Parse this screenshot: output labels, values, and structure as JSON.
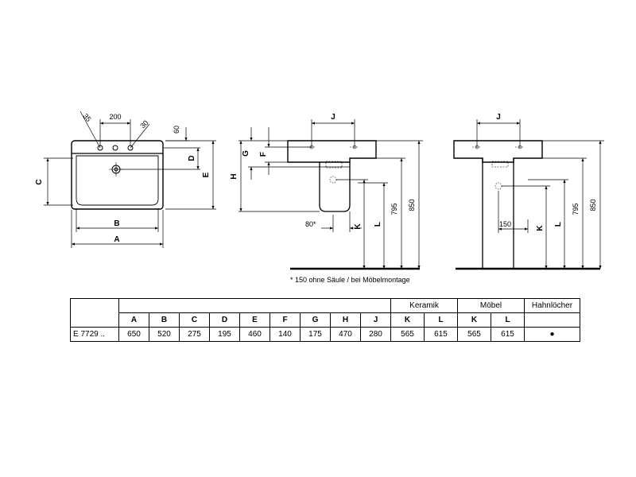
{
  "top_view": {
    "dim_200": "200",
    "angle_35": "35",
    "angle_30": "30",
    "dim_60": "60",
    "label_c": "C",
    "label_d": "D",
    "label_e": "E",
    "label_b": "B",
    "label_a": "A"
  },
  "side_view": {
    "label_j": "J",
    "label_g": "G",
    "label_f": "F",
    "label_h": "H",
    "label_k": "K",
    "label_l": "L",
    "dim_80": "80*",
    "dim_795": "795",
    "dim_850": "850",
    "footnote": "* 150 ohne Säule / bei Möbelmontage"
  },
  "front_view": {
    "label_j": "J",
    "dim_150": "150",
    "label_k": "K",
    "label_l": "L",
    "dim_795": "795",
    "dim_850": "850"
  },
  "table": {
    "group_keramik": "Keramik",
    "group_moebel": "Möbel",
    "group_hahn": "Hahnlöcher",
    "columns": [
      "A",
      "B",
      "C",
      "D",
      "E",
      "F",
      "G",
      "H",
      "J",
      "K",
      "L",
      "K",
      "L"
    ],
    "row": {
      "model": "E 7729 ..",
      "values": [
        "650",
        "520",
        "275",
        "195",
        "460",
        "140",
        "175",
        "470",
        "280",
        "565",
        "615",
        "565",
        "615"
      ],
      "hahn": "●"
    }
  }
}
